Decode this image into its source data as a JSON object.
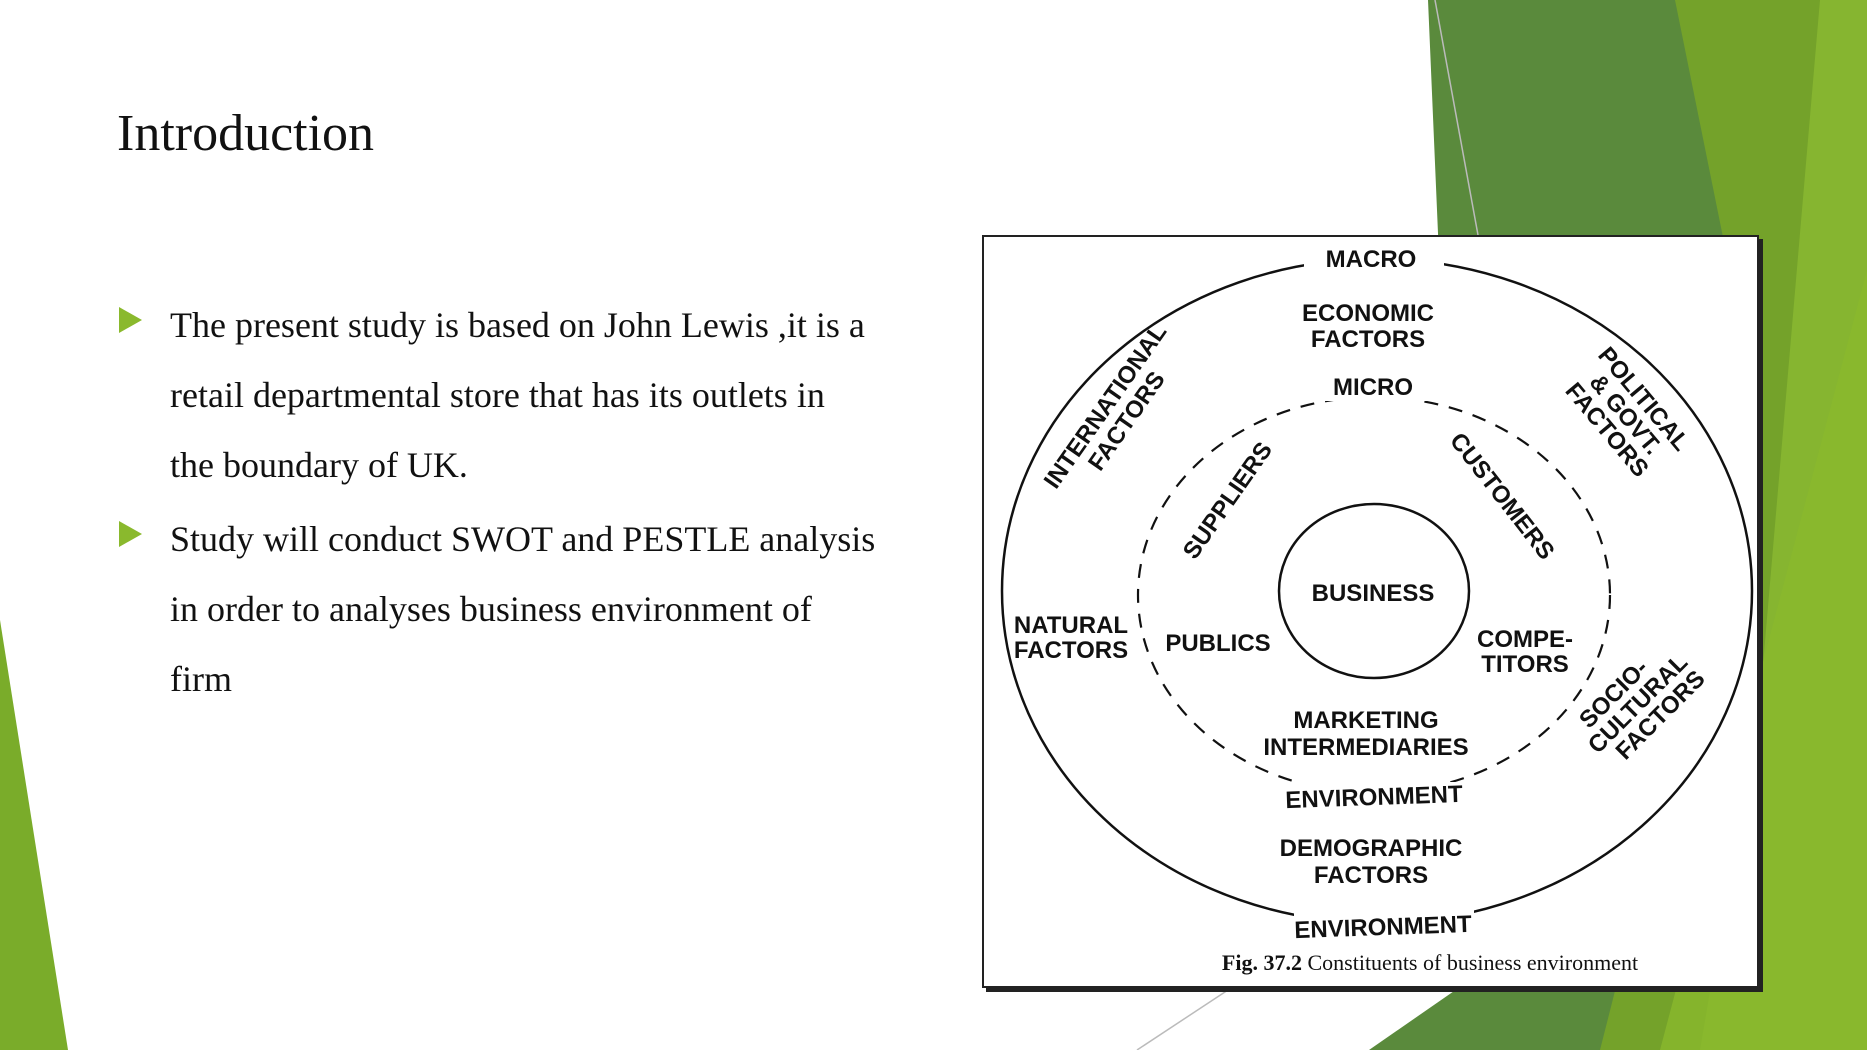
{
  "slide": {
    "title": "Introduction",
    "bullets": [
      "The present study is based on John Lewis ,it is a retail departmental store that has its outlets in the boundary of UK.",
      "Study will conduct SWOT and PESTLE analysis in order to analyses business environment of firm"
    ]
  },
  "figure": {
    "macro": "MACRO",
    "economic_1": "ECONOMIC",
    "economic_2": "FACTORS",
    "micro": "MICRO",
    "international_1": "INTERNATIONAL",
    "international_2": "FACTORS",
    "political_1": "POLITICAL",
    "political_2": "& GOVT.",
    "political_3": "FACTORS",
    "suppliers": "SUPPLIERS",
    "customers": "CUSTOMERS",
    "business": "BUSINESS",
    "natural_1": "NATURAL",
    "natural_2": "FACTORS",
    "publics": "PUBLICS",
    "competitors_1": "COMPE-",
    "competitors_2": "TITORS",
    "socio_1": "SOCIO-",
    "socio_2": "CULTURAL",
    "socio_3": "FACTORS",
    "marketing_1": "MARKETING",
    "marketing_2": "INTERMEDIARIES",
    "environment_inner": "ENVIRONMENT",
    "demographic_1": "DEMOGRAPHIC",
    "demographic_2": "FACTORS",
    "environment_outer": "ENVIRONMENT",
    "caption_label": "Fig. 37.2",
    "caption_text": " Constituents of business environment"
  },
  "colors": {
    "accent": "#8ab92d",
    "dark_green": "#5a8a3c",
    "mid_green": "#74a22a",
    "light_green": "#86b530"
  }
}
